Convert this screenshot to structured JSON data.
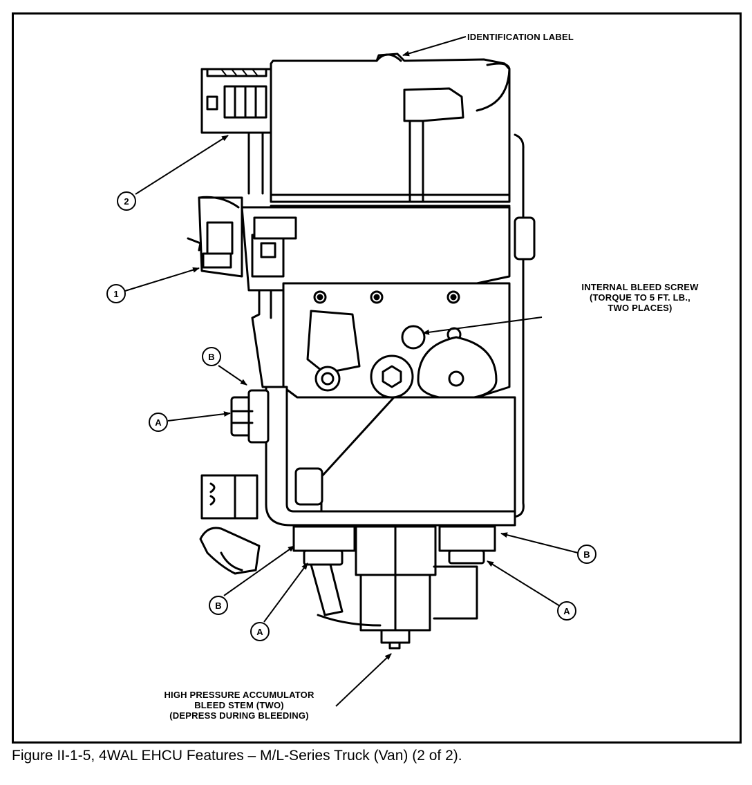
{
  "figure": {
    "caption": "Figure II-1-5, 4WAL EHCU Features – M/L-Series Truck (Van) (2 of 2).",
    "labels": {
      "identification": "IDENTIFICATION LABEL",
      "bleed_screw": [
        "INTERNAL BLEED SCREW",
        "(TORQUE TO 5 FT. LB.,",
        "TWO PLACES)"
      ],
      "accumulator": [
        "HIGH PRESSURE ACCUMULATOR",
        "BLEED STEM (TWO)",
        "(DEPRESS DURING BLEEDING)"
      ]
    },
    "callouts": [
      "2",
      "1",
      "B",
      "A",
      "B",
      "A",
      "B",
      "A"
    ]
  }
}
